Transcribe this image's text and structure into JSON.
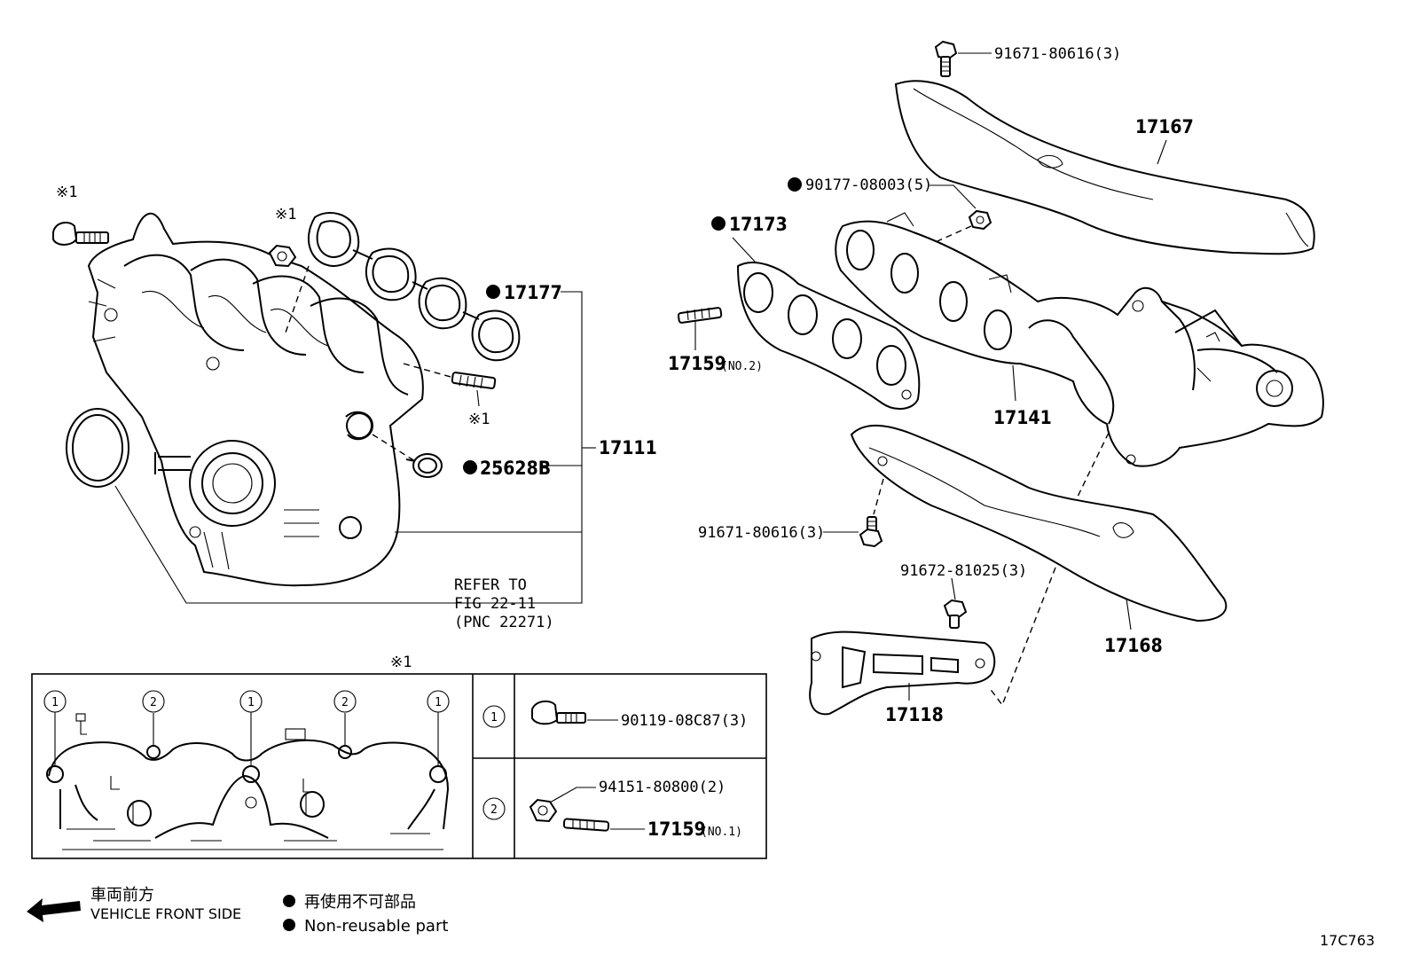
{
  "labels": {
    "bolt_x1_left": "※1",
    "nut_x1": "※1",
    "p17177": "17177",
    "stud_x1": "※1",
    "p17111": "17111",
    "p25628B": "25628B",
    "refer_line1": "REFER TO",
    "refer_line2": "FIG 22-11",
    "refer_line3": "(PNC 22271)",
    "p91671_top": "91671-80616(3)",
    "p17167": "17167",
    "p90177": "90177-08003(5)",
    "p17173": "17173",
    "p17159": "17159",
    "p17159_sub": "(NO.2)",
    "p17141": "17141",
    "p91671_mid": "91671-80616(3)",
    "p91672": "91672-81025(3)",
    "p17168": "17168",
    "p17118": "17118",
    "detail_marker": "※1",
    "circle1": "1",
    "circle2": "2",
    "detail_p90119": "90119-08C87(3)",
    "detail_p94151": "94151-80800(2)",
    "detail_p17159": "17159",
    "detail_p17159_sub": "(NO.1)",
    "front_jp": "車両前方",
    "front_en": "VEHICLE FRONT SIDE",
    "nonreuse_jp": "再使用不可部品",
    "nonreuse_en": "Non-reusable part",
    "diagram_code": "17C763"
  }
}
